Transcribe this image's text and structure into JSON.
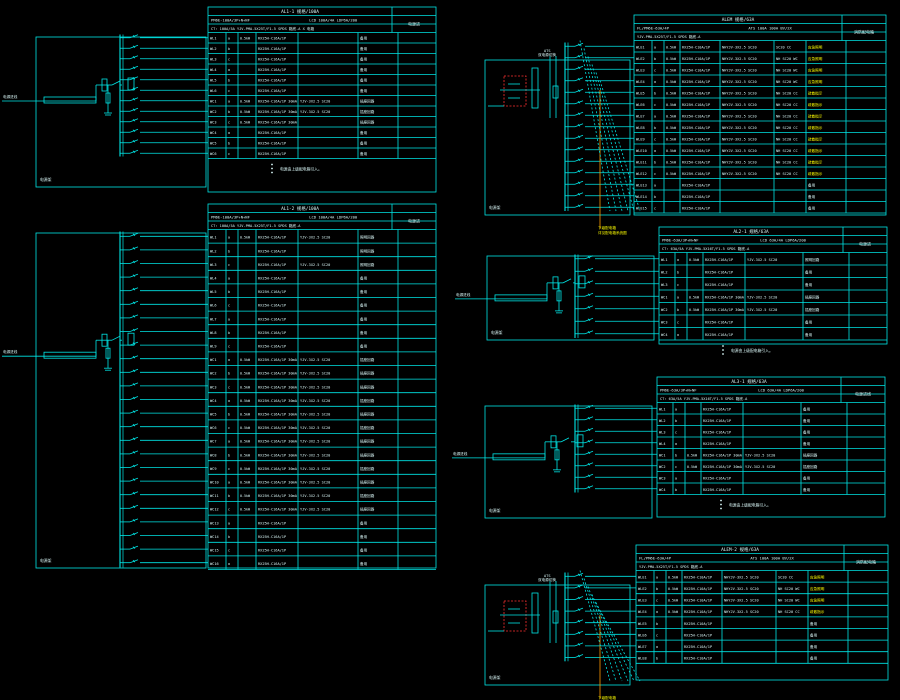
{
  "colors": {
    "background": "#000000",
    "line": "#00e5e5",
    "text": "#d9f7f7",
    "accent_yellow": "#ffff00",
    "accent_red": "#ff3030",
    "accent_orange": "#ff9900",
    "white": "#ffffff"
  },
  "panels": [
    {
      "id": "AL1-1",
      "title": "AL1-1  规格/100A",
      "spec": "PM6E-100A/3P+N+NF",
      "spec2": "LCD 100A/4A  LDP6A/200",
      "incoming": "CT: 100A/5A  YJV-PMA-5X25T/F1-5  SPDS 箱底-A  X 电箱",
      "note_right": "电源进",
      "inlet_label": "电源进线",
      "bus_label": "电源架",
      "rows": [
        [
          "WL1",
          "a",
          "0.5kW",
          "RX25H-C16A/1P",
          "",
          "备用"
        ],
        [
          "WL2",
          "b",
          "",
          "RX25H-C16A/1P",
          "",
          "备用"
        ],
        [
          "WL3",
          "c",
          "",
          "RX25H-C16A/1P",
          "",
          "备用"
        ],
        [
          "WL4",
          "a",
          "",
          "RX25H-C16A/1P",
          "",
          "备用"
        ],
        [
          "WL5",
          "b",
          "",
          "RX25H-C16A/1P",
          "",
          "备用"
        ],
        [
          "WL6",
          "c",
          "",
          "RX25H-C16A/1P",
          "",
          "备用"
        ],
        [
          "WC1",
          "a",
          "0.5kW",
          "RX25H-C16A/1P 30mA",
          "YJV-3X2.5 SC20",
          "插座回路"
        ],
        [
          "WC2",
          "b",
          "0.5kW",
          "RX25H-C16A/1P 30mA",
          "YJV-3X2.5 SC20",
          "插座回路"
        ],
        [
          "WC3",
          "c",
          "0.5kW",
          "RX25H-C16A/1P 30mA",
          "",
          "插座回路"
        ],
        [
          "WC4",
          "a",
          "",
          "RX25H-C16A/1P",
          "",
          "备用"
        ],
        [
          "WC5",
          "b",
          "",
          "RX25H-C16A/1P",
          "",
          "备用"
        ],
        [
          "WC6",
          "c",
          "",
          "RX25H-C16A/1P",
          "",
          "备用"
        ]
      ],
      "footnote": "电源由上级配电箱引入。"
    },
    {
      "id": "AL1-2",
      "title": "AL1-2  规格/100A",
      "spec": "PM6E-100A/3P+N+NF",
      "spec2": "LCD 100A/4A  LDP6A/200",
      "incoming": "CT: 100A/5A  YJV-PMA-5X25T/F1-5  SPDS 箱底-A",
      "note_right": "电源进",
      "inlet_label": "电源进线",
      "bus_label": "电源架",
      "rows": [
        [
          "WL1",
          "a",
          "0.5kW",
          "RX25H-C16A/1P",
          "YJV-3X2.5 SC20",
          "照明回路"
        ],
        [
          "WL2",
          "b",
          "",
          "RX25H-C16A/1P",
          "",
          "照明回路"
        ],
        [
          "WL3",
          "c",
          "",
          "RX25H-C16A/1P",
          "YJV-3X2.5 SC20",
          "照明回路"
        ],
        [
          "WL4",
          "a",
          "",
          "RX25H-C16A/1P",
          "",
          "备用"
        ],
        [
          "WL5",
          "b",
          "",
          "RX25H-C16A/1P",
          "",
          "备用"
        ],
        [
          "WL6",
          "c",
          "",
          "RX25H-C16A/1P",
          "",
          "备用"
        ],
        [
          "WL7",
          "a",
          "",
          "RX25H-C16A/1P",
          "",
          "备用"
        ],
        [
          "WL8",
          "b",
          "",
          "RX25H-C16A/1P",
          "",
          "备用"
        ],
        [
          "WL9",
          "c",
          "",
          "RX25H-C16A/1P",
          "",
          "备用"
        ],
        [
          "WC1",
          "a",
          "0.5kW",
          "RX25H-C16A/1P 30mA",
          "YJV-3X2.5 SC20",
          "插座回路"
        ],
        [
          "WC2",
          "b",
          "0.5kW",
          "RX25H-C16A/1P 30mA",
          "YJV-3X2.5 SC20",
          "插座回路"
        ],
        [
          "WC3",
          "c",
          "0.5kW",
          "RX25H-C16A/1P 30mA",
          "YJV-3X2.5 SC20",
          "插座回路"
        ],
        [
          "WC4",
          "a",
          "0.5kW",
          "RX25H-C16A/1P 30mA",
          "YJV-3X2.5 SC20",
          "插座回路"
        ],
        [
          "WC5",
          "b",
          "0.5kW",
          "RX25H-C16A/1P 30mA",
          "YJV-3X2.5 SC20",
          "插座回路"
        ],
        [
          "WC6",
          "c",
          "0.5kW",
          "RX25H-C16A/1P 30mA",
          "YJV-3X2.5 SC20",
          "插座回路"
        ],
        [
          "WC7",
          "a",
          "0.5kW",
          "RX25H-C16A/1P 30mA",
          "YJV-3X2.5 SC20",
          "插座回路"
        ],
        [
          "WC8",
          "b",
          "0.5kW",
          "RX25H-C16A/1P 30mA",
          "YJV-3X2.5 SC20",
          "插座回路"
        ],
        [
          "WC9",
          "c",
          "0.5kW",
          "RX25H-C16A/1P 30mA",
          "YJV-3X2.5 SC20",
          "插座回路"
        ],
        [
          "WC10",
          "a",
          "0.5kW",
          "RX25H-C16A/1P 30mA",
          "YJV-3X2.5 SC20",
          "插座回路"
        ],
        [
          "WC11",
          "b",
          "0.5kW",
          "RX25H-C16A/1P 30mA",
          "YJV-3X2.5 SC20",
          "插座回路"
        ],
        [
          "WC12",
          "c",
          "0.5kW",
          "RX25H-C16A/1P 30mA",
          "YJV-3X2.5 SC20",
          "插座回路"
        ],
        [
          "WC13",
          "a",
          "",
          "RX25H-C16A/1P",
          "",
          "备用"
        ],
        [
          "WC14",
          "b",
          "",
          "RX25H-C16A/1P",
          "",
          "备用"
        ],
        [
          "WC15",
          "c",
          "",
          "RX25H-C16A/1P",
          "",
          "备用"
        ],
        [
          "WC16",
          "a",
          "",
          "RX25H-C16A/1P",
          "",
          "备用"
        ]
      ]
    },
    {
      "id": "ALEM",
      "title": "ALEM  规格/63A",
      "spec": "FL/PM6E-63A/4P",
      "spec2": "ATS  100A  100A  BV/2X",
      "incoming": "YJV-PMA-5X25T/F1-5  SPDS 箱底-A",
      "note_right": "消防配电箱",
      "top_label": "ATS",
      "top_label2": "双电源切换",
      "bottom_label": "下级配电箱",
      "bottom_label2": "详见配电箱系统图",
      "bus_label": "电源架",
      "rows": [
        [
          "WLE1",
          "a",
          "0.5kW",
          "RX25H-C10A/1P",
          "NHYJV-3X2.5 SC20",
          "SC20 CC",
          "应急照明"
        ],
        [
          "WLE2",
          "b",
          "0.5kW",
          "RX25H-C10A/1P",
          "NHYJV-3X2.5 SC20",
          "NH SC20 WC",
          "应急照明"
        ],
        [
          "WLE3",
          "c",
          "0.5kW",
          "RX25H-C10A/1P",
          "NHYJV-3X2.5 SC20",
          "NH SC20 WC",
          "应急照明"
        ],
        [
          "WLE4",
          "a",
          "0.5kW",
          "RX25H-C10A/1P",
          "NHYJV-3X2.5 SC20",
          "NH SC20 WC",
          "应急照明"
        ],
        [
          "WLE5",
          "b",
          "0.5kW",
          "RX25H-C10A/1P",
          "NHYJV-3X2.5 SC20",
          "NH SC20 CC",
          "疏散指示"
        ],
        [
          "WLE6",
          "c",
          "0.5kW",
          "RX25H-C10A/1P",
          "NHYJV-3X2.5 SC20",
          "NH SC20 CC",
          "疏散指示"
        ],
        [
          "WLE7",
          "a",
          "0.5kW",
          "RX25H-C10A/1P",
          "NHYJV-3X2.5 SC20",
          "NH SC20 CC",
          "疏散指示"
        ],
        [
          "WLE8",
          "b",
          "0.5kW",
          "RX25H-C10A/1P",
          "NHYJV-3X2.5 SC20",
          "NH SC20 CC",
          "疏散指示"
        ],
        [
          "WLE9",
          "c",
          "0.5kW",
          "RX25H-C10A/1P",
          "NHYJV-3X2.5 SC20",
          "NH SC20 CC",
          "疏散指示"
        ],
        [
          "WLE10",
          "a",
          "0.5kW",
          "RX25H-C10A/1P",
          "NHYJV-3X2.5 SC20",
          "NH SC20 CC",
          "疏散指示"
        ],
        [
          "WLE11",
          "b",
          "0.5kW",
          "RX25H-C10A/1P",
          "NHYJV-3X2.5 SC20",
          "NH SC20 CC",
          "疏散指示"
        ],
        [
          "WLE12",
          "c",
          "0.5kW",
          "RX25H-C10A/1P",
          "NHYJV-3X2.5 SC20",
          "NH SC20 CC",
          "疏散指示"
        ],
        [
          "WLE13",
          "a",
          "",
          "RX25H-C10A/1P",
          "",
          "",
          "备用"
        ],
        [
          "WLE14",
          "b",
          "",
          "RX25H-C10A/1P",
          "",
          "",
          "备用"
        ],
        [
          "WLE15",
          "c",
          "",
          "RX25H-C10A/1P",
          "",
          "",
          "备用"
        ]
      ]
    },
    {
      "id": "AL2-1",
      "title": "AL2-1  规格/63A",
      "spec": "PM6E-63A/3P+N+NF",
      "spec2": "LCD 63A/4A  LDP6A/200",
      "incoming": "CT: 63A/5A  YJV-PMA-5X16T/F1-5  SPDS 箱底-A",
      "note_right": "电源进",
      "inlet_label": "电源进线",
      "bus_label": "电源架",
      "rows": [
        [
          "WL1",
          "a",
          "0.5kW",
          "RX25H-C16A/1P",
          "YJV-3X2.5 SC20",
          "照明回路"
        ],
        [
          "WL2",
          "b",
          "",
          "RX25H-C16A/1P",
          "",
          "备用"
        ],
        [
          "WL3",
          "c",
          "",
          "RX25H-C16A/1P",
          "",
          "备用"
        ],
        [
          "WC1",
          "a",
          "0.5kW",
          "RX25H-C16A/1P 30mA",
          "YJV-3X2.5 SC20",
          "插座回路"
        ],
        [
          "WC2",
          "b",
          "0.5kW",
          "RX25H-C16A/1P 30mA",
          "YJV-3X2.5 SC20",
          "插座回路"
        ],
        [
          "WC3",
          "c",
          "",
          "RX25H-C16A/1P",
          "",
          "备用"
        ],
        [
          "WC4",
          "a",
          "",
          "RX25H-C16A/1P",
          "",
          "备用"
        ]
      ],
      "footnote": "电源由上级配电箱引入。"
    },
    {
      "id": "AL3-1",
      "title": "AL3-1  规格/63A",
      "spec": "PM6E-63A/3P+N+NF",
      "spec2": "LCD 63A/4A  LDP6A/200",
      "incoming": "CT: 63A/5A  YJV-PMA-5X16T/F1-5  SPDS 箱底-A",
      "note_right": "电源进线",
      "inlet_label": "电源进线",
      "bus_label": "电源架",
      "rows": [
        [
          "WL1",
          "a",
          "",
          "RX25H-C16A/1P",
          "",
          "备用"
        ],
        [
          "WL2",
          "b",
          "",
          "RX25H-C16A/1P",
          "",
          "备用"
        ],
        [
          "WL3",
          "c",
          "",
          "RX25H-C16A/1P",
          "",
          "备用"
        ],
        [
          "WL4",
          "a",
          "",
          "RX25H-C16A/1P",
          "",
          "备用"
        ],
        [
          "WC1",
          "b",
          "0.5kW",
          "RX25H-C16A/1P 30mA",
          "YJV-3X2.5 SC20",
          "插座回路"
        ],
        [
          "WC2",
          "c",
          "0.5kW",
          "RX25H-C16A/1P 30mA",
          "YJV-3X2.5 SC20",
          "插座回路"
        ],
        [
          "WC3",
          "a",
          "",
          "RX25H-C16A/1P",
          "",
          "备用"
        ],
        [
          "WC4",
          "b",
          "",
          "RX25H-C16A/1P",
          "",
          "备用"
        ]
      ],
      "footnote": "电源由上级配电箱引入。"
    },
    {
      "id": "ALEM-2",
      "title": "ALEM-2  规格/63A",
      "spec": "FL/PM6E-63A/4P",
      "spec2": "ATS  100A  100A  BV/2X",
      "incoming": "YJV-PMA-5X25T/F1-5  SPDS 箱底-A",
      "note_right": "消防配电箱",
      "top_label": "ATS",
      "top_label2": "双电源切换",
      "bottom_label": "下级配电箱",
      "bottom_label2": "详见配电箱系统图",
      "bus_label": "电源架",
      "rows": [
        [
          "WLE1",
          "a",
          "0.5kW",
          "RX25H-C10A/1P",
          "NHYJV-3X2.5 SC20",
          "SC20 CC",
          "应急照明"
        ],
        [
          "WLE2",
          "b",
          "0.5kW",
          "RX25H-C10A/1P",
          "NHYJV-3X2.5 SC20",
          "NH SC20 WC",
          "应急照明"
        ],
        [
          "WLE3",
          "c",
          "0.5kW",
          "RX25H-C10A/1P",
          "NHYJV-3X2.5 SC20",
          "NH SC20 WC",
          "应急照明"
        ],
        [
          "WLE4",
          "a",
          "0.5kW",
          "RX25H-C10A/1P",
          "NHYJV-3X2.5 SC20",
          "NH SC20 CC",
          "疏散指示"
        ],
        [
          "WLE5",
          "b",
          "",
          "RX25H-C10A/1P",
          "",
          "",
          "备用"
        ],
        [
          "WLE6",
          "c",
          "",
          "RX25H-C10A/1P",
          "",
          "",
          "备用"
        ],
        [
          "WLE7",
          "a",
          "",
          "RX25H-C10A/1P",
          "",
          "",
          "备用"
        ],
        [
          "WLE8",
          "b",
          "",
          "RX25H-C10A/1P",
          "",
          "",
          "备用"
        ]
      ]
    }
  ]
}
